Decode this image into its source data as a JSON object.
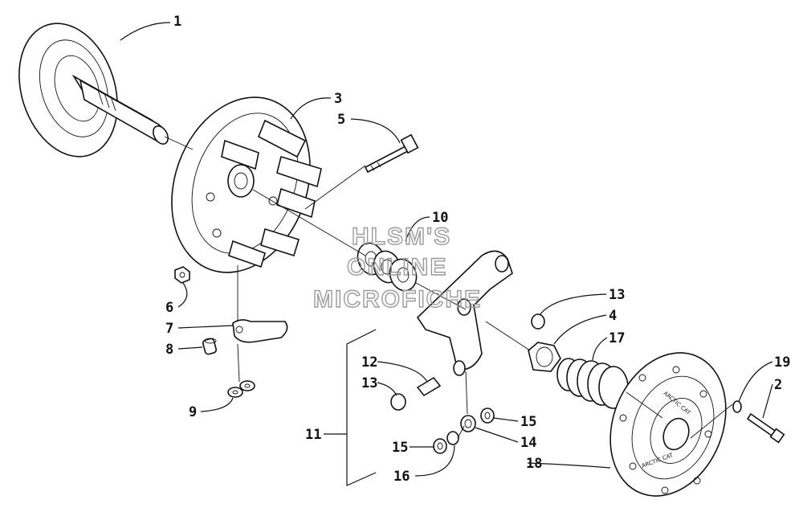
{
  "callouts": {
    "c1": "1",
    "c2": "2",
    "c3": "3",
    "c4": "4",
    "c5": "5",
    "c6": "6",
    "c7": "7",
    "c8": "8",
    "c9": "9",
    "c10": "10",
    "c11": "11",
    "c12": "12",
    "c13a": "13",
    "c13b": "13",
    "c14": "14",
    "c15a": "15",
    "c15b": "15",
    "c16": "16",
    "c17": "17",
    "c18": "18",
    "c19": "19"
  },
  "watermark": {
    "line1": "HLSM'S",
    "line2": "ONLINE",
    "line3": "MICROFICHE"
  },
  "brand_text": {
    "cover_a": "ARCTIC CAT",
    "cover_b": "ARCTIC CAT"
  }
}
